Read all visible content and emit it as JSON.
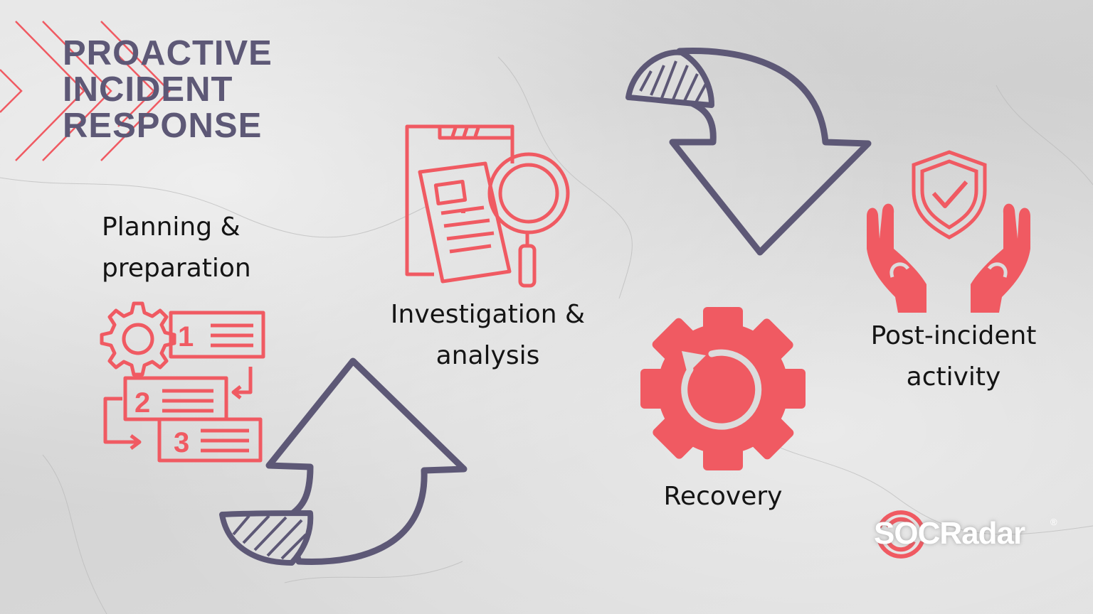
{
  "title": {
    "line1": "PROACTIVE",
    "line2": "INCIDENT",
    "line3": "RESPONSE"
  },
  "stages": {
    "planning": {
      "line1": "Planning &",
      "line2": "preparation",
      "icon": "numbered-checklist-icon"
    },
    "investigation": {
      "line1": "Investigation &",
      "line2": "analysis",
      "icon": "document-magnifier-icon"
    },
    "post_incident": {
      "line1": "Post-incident",
      "line2": "activity",
      "icon": "shield-hands-icon"
    },
    "recovery": {
      "line1": "Recovery",
      "icon": "gear-refresh-icon"
    }
  },
  "checklist": {
    "step1": "1",
    "step2": "2",
    "step3": "3"
  },
  "brand": {
    "name": "SOCRadar",
    "registered": "®"
  },
  "colors": {
    "accent_red": "#f05a62",
    "arrow_purple": "#5d5876",
    "text_dark": "#141414",
    "background": "#dcdcdc"
  }
}
